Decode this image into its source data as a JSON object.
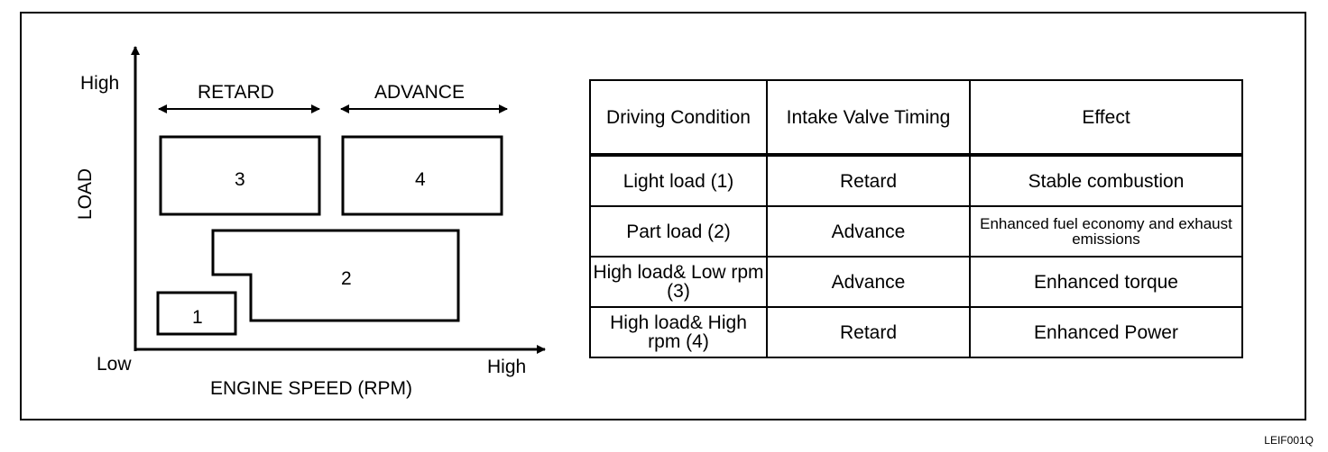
{
  "figure_code": "LEIF001Q",
  "diagram": {
    "y_axis_label": "LOAD",
    "y_high": "High",
    "x_axis_label": "ENGINE SPEED (RPM)",
    "x_low": "Low",
    "x_high": "High",
    "retard_label": "RETARD",
    "advance_label": "ADVANCE",
    "regions": [
      "1",
      "2",
      "3",
      "4"
    ]
  },
  "table": {
    "headers": [
      "Driving Condition",
      "Intake Valve Timing",
      "Effect"
    ],
    "rows": [
      [
        "Light load (1)",
        "Retard",
        "Stable combustion"
      ],
      [
        "Part load (2)",
        "Advance",
        "Enhanced fuel economy and exhaust emissions"
      ],
      [
        "High load& Low rpm (3)",
        "Advance",
        "Enhanced torque"
      ],
      [
        "High load& High rpm (4)",
        "Retard",
        "Enhanced Power"
      ]
    ]
  }
}
